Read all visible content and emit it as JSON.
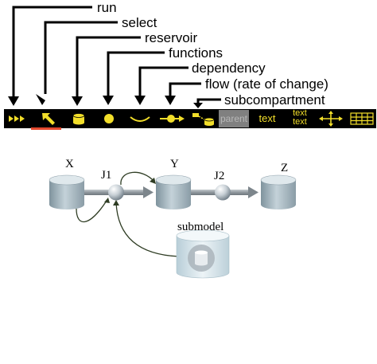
{
  "callouts": [
    "run",
    "select",
    "reservoir",
    "functions",
    "dependency",
    "flow (rate of change)",
    "subcompartment"
  ],
  "toolbar": {
    "parent_label": "parent",
    "text_label": "text",
    "text_text_label_1": "text",
    "text_text_label_2": "text"
  },
  "diagram": {
    "x_label": "X",
    "y_label": "Y",
    "z_label": "Z",
    "j1_label": "J1",
    "j2_label": "J2",
    "submodel_label": "submodel"
  },
  "colors": {
    "toolbar_bg": "#000000",
    "toolbar_icon": "#f2de2a",
    "selected_underline": "#e4492e",
    "parent_bg": "#808080",
    "dependency_line": "#2f3d24"
  },
  "icons": [
    "run-icon",
    "select-arrow-icon",
    "reservoir-icon",
    "function-icon",
    "dependency-icon",
    "flow-icon",
    "subcompartment-icon",
    "move-icon",
    "table-icon"
  ]
}
